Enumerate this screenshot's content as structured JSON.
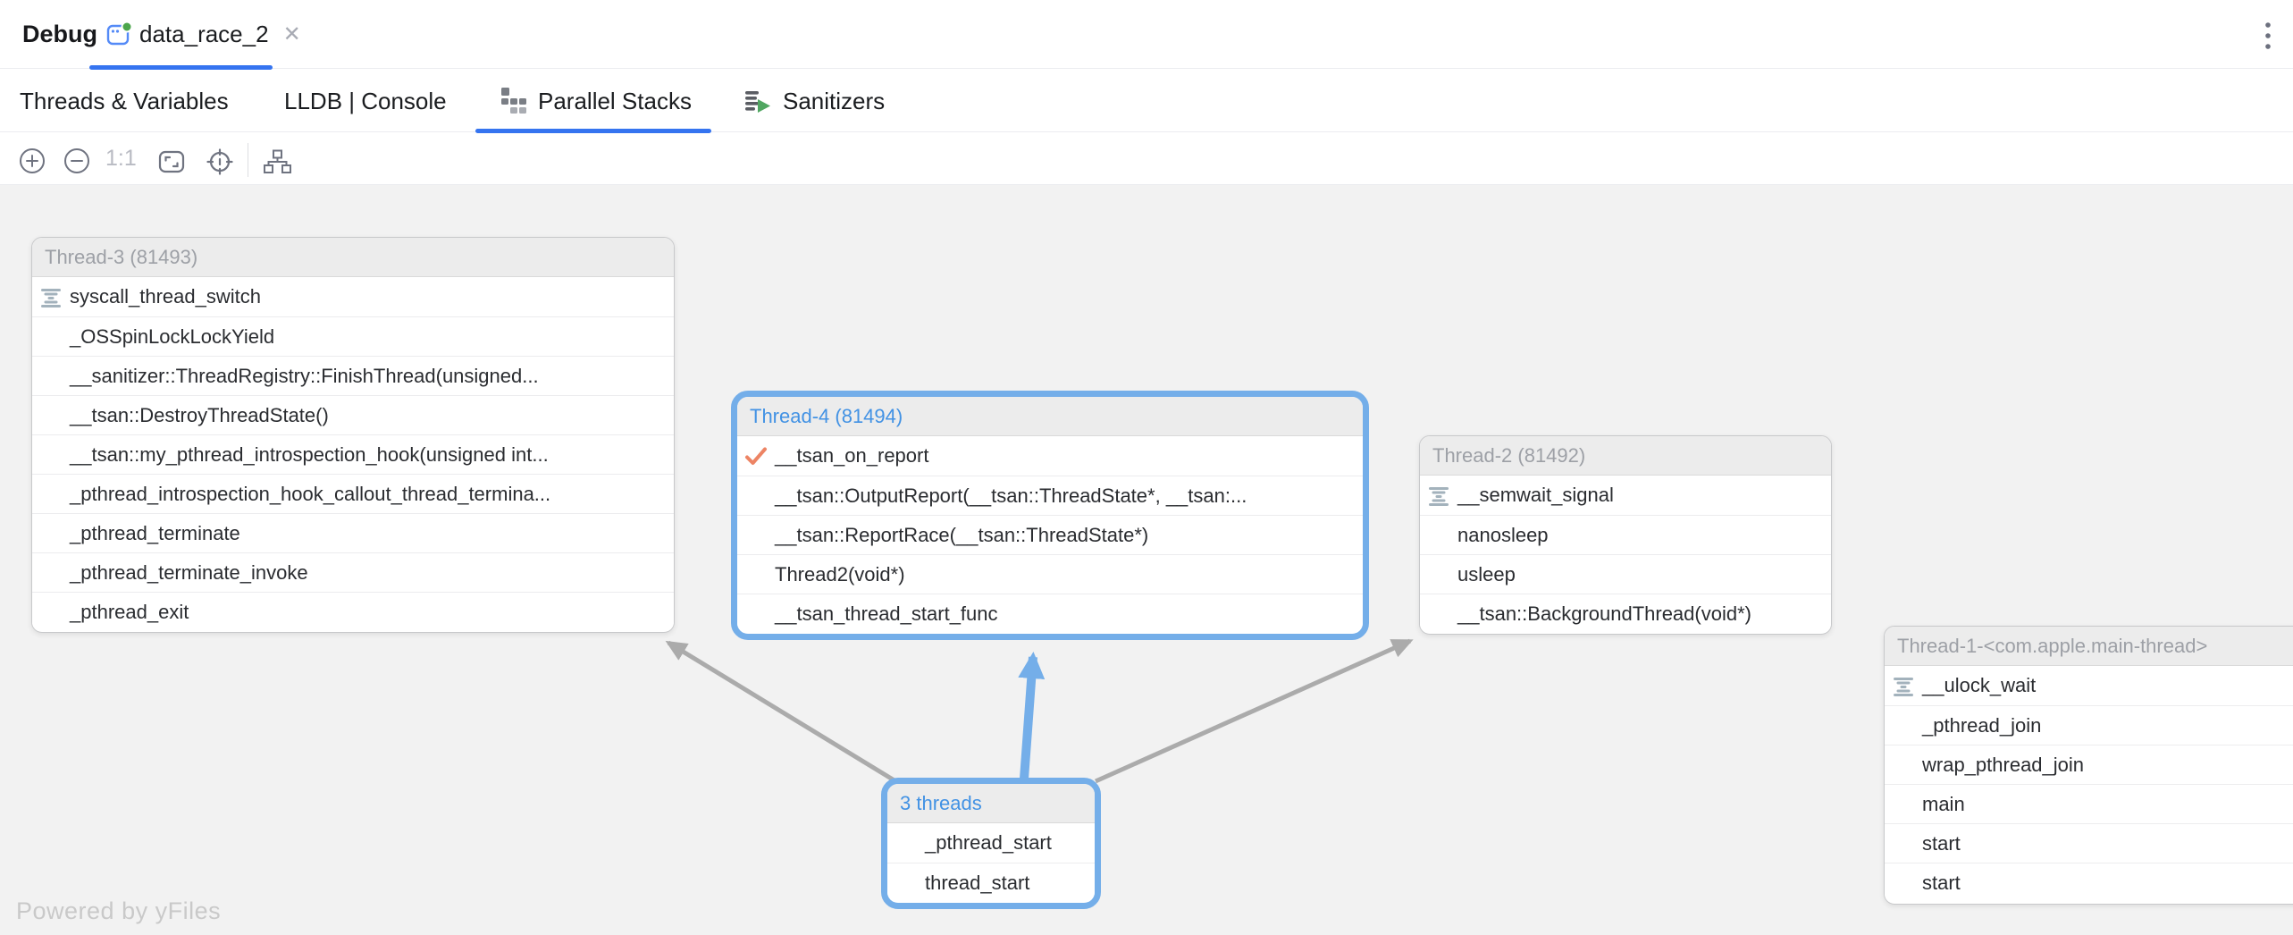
{
  "window": {
    "title": "Debug",
    "tab": {
      "label": "data_race_2",
      "close_glyph": "✕"
    },
    "more_icon": "kebab-menu"
  },
  "tabs": [
    {
      "label": "Threads & Variables",
      "selected": false
    },
    {
      "label": "LLDB | Console",
      "selected": false
    },
    {
      "label": "Parallel Stacks",
      "selected": true,
      "icon": "parallel-stacks"
    },
    {
      "label": "Sanitizers",
      "selected": false,
      "icon": "sanitizers"
    }
  ],
  "debug_toolbar": {
    "buttons": [
      "rerun-debugger",
      "stop",
      "resume-program",
      "pause-program",
      "step-over",
      "step-into",
      "step-out",
      "view-breakpoints",
      "mute-breakpoints",
      "more-options"
    ]
  },
  "graph_toolbar": {
    "zoom_actual_label": "1:1",
    "buttons": [
      "zoom-in",
      "zoom-out",
      "actual-size",
      "fit-content",
      "center-selection",
      "layout-graph"
    ]
  },
  "canvas": {
    "powered_by": "Powered by yFiles",
    "threads": [
      {
        "id": "thread3",
        "title": "Thread-3 (81493)",
        "selected": false,
        "frames": [
          {
            "label": "syscall_thread_switch",
            "icon": "paused"
          },
          {
            "label": "_OSSpinLockLockYield"
          },
          {
            "label": "__sanitizer::ThreadRegistry::FinishThread(unsigned..."
          },
          {
            "label": "__tsan::DestroyThreadState()"
          },
          {
            "label": "__tsan::my_pthread_introspection_hook(unsigned int..."
          },
          {
            "label": "_pthread_introspection_hook_callout_thread_termina..."
          },
          {
            "label": "_pthread_terminate"
          },
          {
            "label": "_pthread_terminate_invoke"
          },
          {
            "label": "_pthread_exit"
          }
        ]
      },
      {
        "id": "thread4",
        "title": "Thread-4 (81494)",
        "selected": true,
        "frames": [
          {
            "label": "__tsan_on_report",
            "icon": "check"
          },
          {
            "label": "__tsan::OutputReport(__tsan::ThreadState*, __tsan:..."
          },
          {
            "label": "__tsan::ReportRace(__tsan::ThreadState*)"
          },
          {
            "label": "Thread2(void*)"
          },
          {
            "label": "__tsan_thread_start_func"
          }
        ]
      },
      {
        "id": "thread2",
        "title": "Thread-2 (81492)",
        "selected": false,
        "frames": [
          {
            "label": "__semwait_signal",
            "icon": "paused"
          },
          {
            "label": "nanosleep"
          },
          {
            "label": "usleep"
          },
          {
            "label": "__tsan::BackgroundThread(void*)"
          }
        ]
      },
      {
        "id": "thread1",
        "title": "Thread-1-<com.apple.main-thread>",
        "selected": false,
        "frames": [
          {
            "label": "__ulock_wait",
            "icon": "paused"
          },
          {
            "label": "_pthread_join"
          },
          {
            "label": "wrap_pthread_join"
          },
          {
            "label": "main"
          },
          {
            "label": "start"
          },
          {
            "label": "start"
          }
        ]
      },
      {
        "id": "group",
        "title": "3 threads",
        "selected": true,
        "frames": [
          {
            "label": "_pthread_start"
          },
          {
            "label": "thread_start"
          }
        ]
      }
    ]
  },
  "colors": {
    "accent_blue": "#3574f0",
    "selection_blue": "#74aee9",
    "selected_header_text": "#4292e4",
    "inactive_header_text": "#9da0a6",
    "canvas_bg": "#f2f2f2",
    "edge_gray": "#ababab",
    "check_orange": "#ed8464",
    "stop_red": "#e35d6a",
    "run_green": "#1e9e4b"
  }
}
